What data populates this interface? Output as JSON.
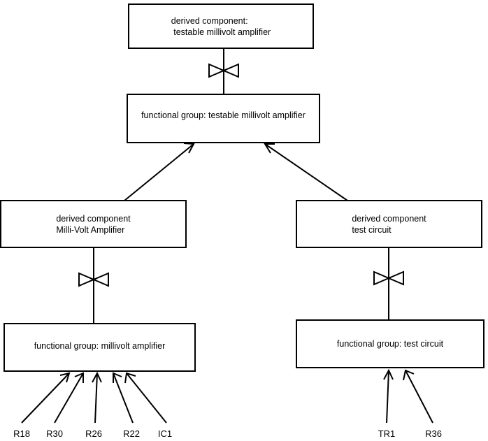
{
  "diagram": {
    "title": "testable millivolt amplifier decomposition",
    "stroke_color": "#000000",
    "background_color": "#ffffff",
    "nodes": [
      {
        "id": "derived-testable-millivolt-amplifier",
        "text": "derived component:\n testable millivolt amplifier",
        "line1": "derived component:",
        "line2": " testable millivolt amplifier"
      },
      {
        "id": "fg-testable-millivolt-amplifier",
        "text": "functional group: testable millivolt amplifier"
      },
      {
        "id": "derived-milli-volt-amplifier",
        "text": "derived component\nMilli-Volt Amplifier",
        "line1": "derived component",
        "line2": "Milli-Volt Amplifier"
      },
      {
        "id": "derived-test-circuit",
        "text": "derived component\ntest circuit",
        "line1": "derived component",
        "line2": "test circuit"
      },
      {
        "id": "fg-millivolt-amplifier",
        "text": "functional group: millivolt amplifier"
      },
      {
        "id": "fg-test-circuit",
        "text": "functional group: test circuit"
      }
    ],
    "leaf_labels": [
      {
        "id": "r18",
        "text": "R18"
      },
      {
        "id": "r30",
        "text": "R30"
      },
      {
        "id": "r26",
        "text": "R26"
      },
      {
        "id": "r22",
        "text": "R22"
      },
      {
        "id": "ic1",
        "text": "IC1"
      },
      {
        "id": "tr1",
        "text": "TR1"
      },
      {
        "id": "r36",
        "text": "R36"
      }
    ],
    "connector_symbols": [
      {
        "id": "bowtie-top",
        "kind": "bowtie-realization"
      },
      {
        "id": "bowtie-left",
        "kind": "bowtie-realization"
      },
      {
        "id": "bowtie-right",
        "kind": "bowtie-realization"
      }
    ]
  }
}
